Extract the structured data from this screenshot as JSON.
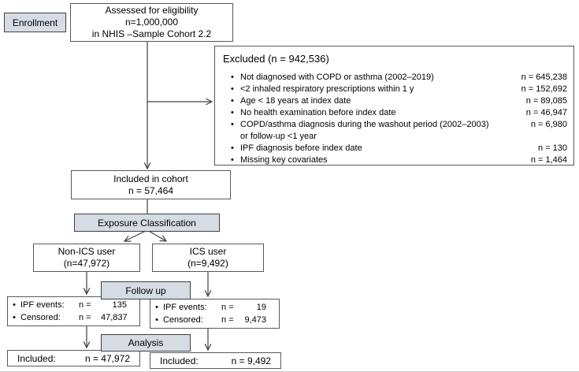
{
  "figure": {
    "type": "study-flow-diagram",
    "stage_labels": {
      "enrollment": "Enrollment",
      "exposure": "Exposure Classification",
      "follow_up": "Follow up",
      "analysis": "Analysis"
    },
    "assessed": {
      "line1": "Assessed for eligibility",
      "line2": "n=1,000,000",
      "line3": "in NHIS –Sample Cohort 2.2"
    },
    "excluded": {
      "title": "Excluded (n = 942,536)",
      "items": [
        {
          "text": "Not diagnosed with COPD or asthma (2002–2019)",
          "n": "n = 645,238"
        },
        {
          "text": "<2 inhaled respiratory prescriptions within 1 y",
          "n": "n = 152,692"
        },
        {
          "text": "Age < 18 years at index date",
          "n": "n = 89,085"
        },
        {
          "text": "No health examination before index date",
          "n": "n = 46,947"
        },
        {
          "text": "COPD/asthma diagnosis during the washout period (2002–2003)",
          "text2": "or follow-up <1 year",
          "n": "n = 6,980"
        },
        {
          "text": "IPF diagnosis before index date",
          "n": "n = 130"
        },
        {
          "text": "Missing key covariates",
          "n": "n = 1,464"
        }
      ]
    },
    "included_cohort": {
      "line1": "Included in cohort",
      "line2": "n = 57,464"
    },
    "non_ics": {
      "line1": "Non-ICS user",
      "line2": "(n=47,972)"
    },
    "ics": {
      "line1": "ICS user",
      "line2": "(n=9,492)"
    },
    "non_ics_outcomes": {
      "rows": [
        {
          "label": "IPF events:",
          "n_label": "n =",
          "value": "135"
        },
        {
          "label": "Censored:",
          "n_label": "n =",
          "value": "47,837"
        }
      ]
    },
    "ics_outcomes": {
      "rows": [
        {
          "label": "IPF events:",
          "n_label": "n =",
          "value": "19"
        },
        {
          "label": "Censored:",
          "n_label": "n =",
          "value": "9,473"
        }
      ]
    },
    "non_ics_included": {
      "label": "Included:",
      "value": "n = 47,972"
    },
    "ics_included": {
      "label": "Included:",
      "value": "n = 9,492"
    },
    "colors": {
      "label_fill": "#d6dce4",
      "box_fill": "#ffffff",
      "border": "#595959",
      "label_border": "#404040",
      "line": "#404040",
      "text": "#000000"
    }
  }
}
